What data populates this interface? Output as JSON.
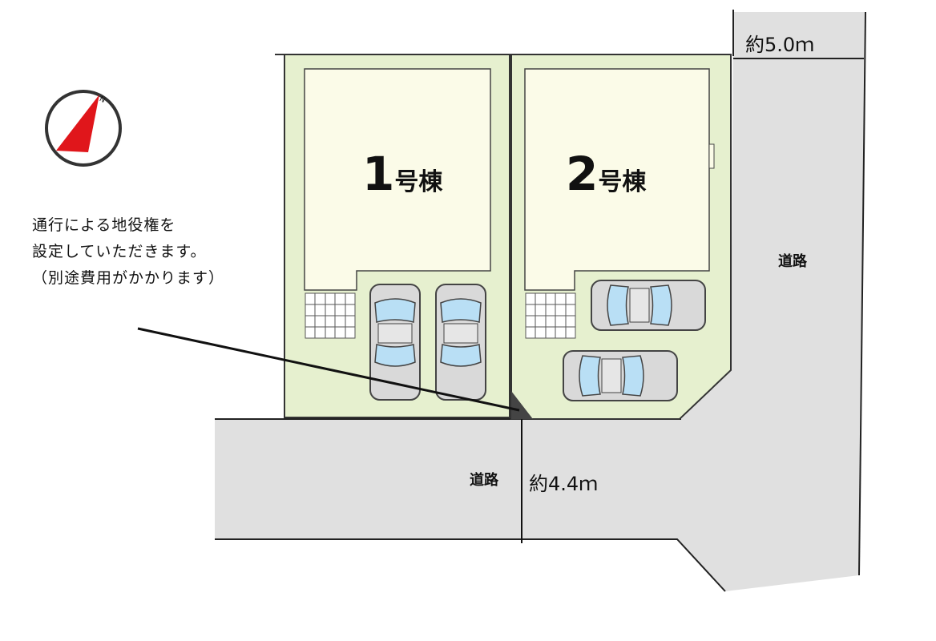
{
  "note": {
    "line1": "通行による地役権を",
    "line2": "設定していただきます。",
    "line3": "（別途費用がかかります）"
  },
  "lots": [
    {
      "number": "1",
      "suffix": "号棟"
    },
    {
      "number": "2",
      "suffix": "号棟"
    }
  ],
  "roads": {
    "right_label": "道路",
    "bottom_label": "道路"
  },
  "dimensions": {
    "top_right": "約5.0ｍ",
    "bottom": "約4.4ｍ"
  },
  "compass": {
    "label": "N"
  },
  "colors": {
    "lot_fill": "#e6f0cf",
    "house_fill": "#fbfbe8",
    "road_fill": "#e0e0e0",
    "compass_red": "#e0161b",
    "window_blue": "#b9dff5"
  }
}
